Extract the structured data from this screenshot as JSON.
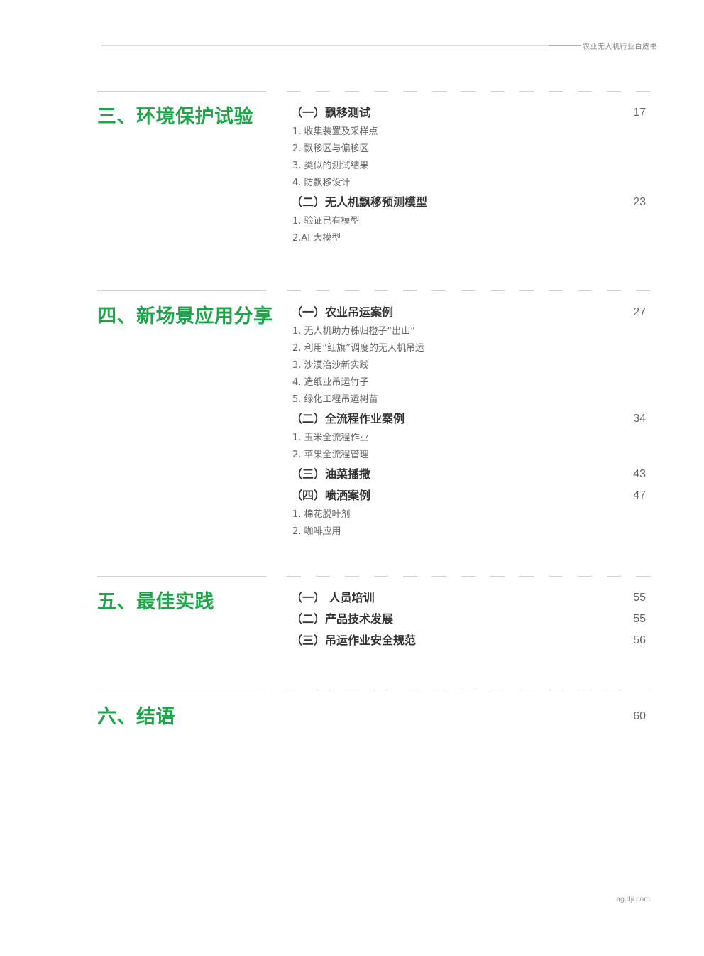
{
  "header": {
    "title": "农业无人机行业白皮书"
  },
  "footer": {
    "url": "ag.dji.com"
  },
  "sections": [
    {
      "title": "三、环境保护试验",
      "items": [
        {
          "label": "（一）飘移测试",
          "page": "17",
          "subs": [
            "1.  收集装置及采样点",
            "2. 飘移区与偏移区",
            "3. 类似的测试结果",
            "4. 防飘移设计"
          ]
        },
        {
          "label": "（二）无人机飘移预测模型",
          "page": "23",
          "subs": [
            "1. 验证已有模型",
            "2.AI 大模型"
          ]
        }
      ]
    },
    {
      "title": "四、新场景应用分享",
      "items": [
        {
          "label": "（一）农业吊运案例",
          "page": "27",
          "subs": [
            "1. 无人机助力秭归橙子“出山”",
            "2. 利用“红旗”调度的无人机吊运",
            "3. 沙漠治沙新实践",
            "4. 造纸业吊运竹子",
            "5.  绿化工程吊运树苗"
          ]
        },
        {
          "label": "（二）全流程作业案例",
          "page": "34",
          "subs": [
            "1. 玉米全流程作业",
            "2. 苹果全流程管理"
          ]
        },
        {
          "label": "（三）油菜播撒",
          "page": "43",
          "subs": []
        },
        {
          "label": "（四）喷洒案例",
          "page": "47",
          "subs": [
            "1. 棉花脱叶剂",
            "2. 咖啡应用"
          ]
        }
      ]
    },
    {
      "title": "五、最佳实践",
      "items": [
        {
          "label": "（一） 人员培训",
          "page": "55",
          "subs": []
        },
        {
          "label": "（二）产品技术发展",
          "page": "55",
          "subs": []
        },
        {
          "label": "（三）吊运作业安全规范",
          "page": "56",
          "subs": []
        }
      ]
    },
    {
      "title": "六、结语",
      "items": [
        {
          "label": "",
          "page": "60",
          "subs": []
        }
      ]
    }
  ]
}
